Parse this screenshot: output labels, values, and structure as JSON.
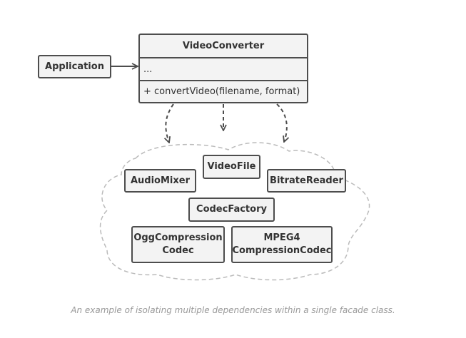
{
  "facade": {
    "name": "VideoConverter",
    "fields": "...",
    "methods": "+ convertVideo(filename, format)"
  },
  "client": "Application",
  "subsystem": {
    "video_file": "VideoFile",
    "audio_mixer": "AudioMixer",
    "bitrate_reader": "BitrateReader",
    "codec_factory": "CodecFactory",
    "ogg_codec": "OggCompression\nCodec",
    "mpeg4_codec": "MPEG4\nCompressionCodec"
  },
  "caption": "An example of isolating multiple dependencies within a single facade class.",
  "colors": {
    "box_fill": "#f3f3f3",
    "box_border": "#4d4d4d",
    "cloud_border": "#bbbbbb",
    "caption": "#999999"
  }
}
